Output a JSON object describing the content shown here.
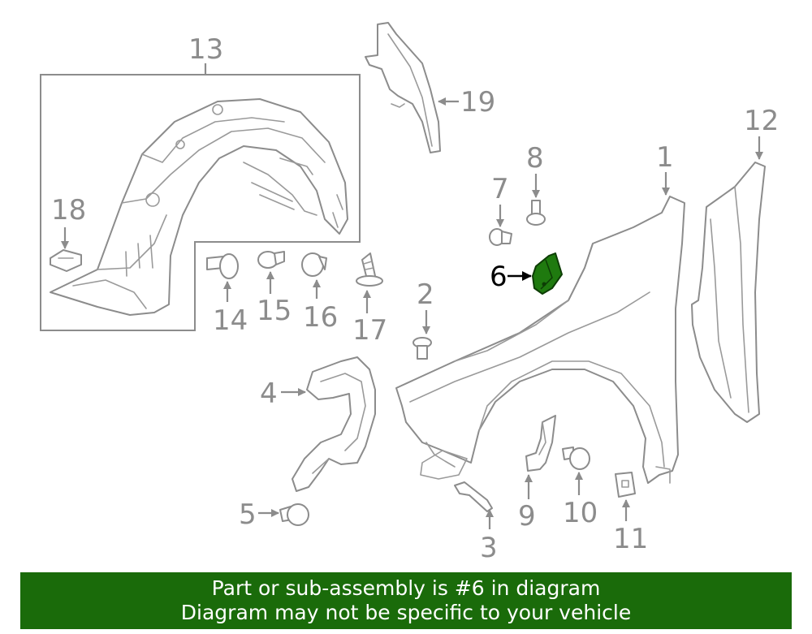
{
  "diagram": {
    "highlighted_part": "6",
    "highlight_color": "#1f7a0f",
    "labels": {
      "p1": "1",
      "p2": "2",
      "p3": "3",
      "p4": "4",
      "p5": "5",
      "p6": "6",
      "p7": "7",
      "p8": "8",
      "p9": "9",
      "p10": "10",
      "p11": "11",
      "p12": "12",
      "p13": "13",
      "p14": "14",
      "p15": "15",
      "p16": "16",
      "p17": "17",
      "p18": "18",
      "p19": "19"
    }
  },
  "banner": {
    "line1": "Part or sub-assembly is #6 in diagram",
    "line2": "Diagram may not be specific to your vehicle",
    "background": "#1a6b0a"
  }
}
